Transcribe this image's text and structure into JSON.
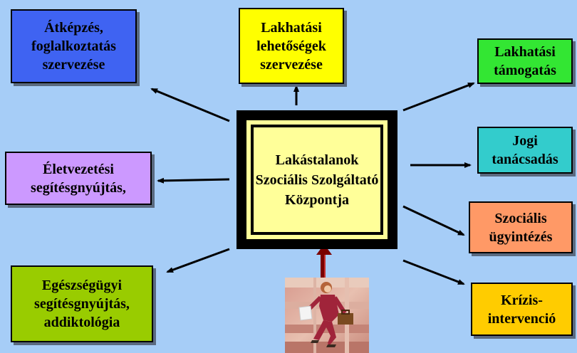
{
  "center": {
    "lines": [
      "Lakástalanok",
      "Szociális",
      "Szolgáltató",
      "Központja"
    ]
  },
  "boxes": {
    "atkepzes": {
      "lines": [
        "Átképzés,",
        "foglalkoztatás",
        "szervezése"
      ],
      "color": "#3f63f2"
    },
    "lakhatasi_lehetosegek": {
      "lines": [
        "Lakhatási",
        "lehetőségek",
        "szervezése"
      ],
      "color": "#ffff00"
    },
    "lakhatasi_tamogatas": {
      "lines": [
        "Lakhatási",
        "támogatás"
      ],
      "color": "#33e633"
    },
    "eletvezetesi": {
      "lines": [
        "Életvezetési",
        "segítésgnyújtás,"
      ],
      "color": "#cc99ff"
    },
    "jogi": {
      "lines": [
        "Jogi",
        "tanácsadás"
      ],
      "color": "#33cccc"
    },
    "szocialis": {
      "lines": [
        "Szociális",
        "ügyintézés"
      ],
      "color": "#ff9966"
    },
    "egeszsegugyi": {
      "lines": [
        "Egészségügyi",
        "segítésgnyújtás,",
        "addiktológia"
      ],
      "color": "#99cc00"
    },
    "krizis": {
      "lines": [
        "Krízis-",
        "intervenció"
      ],
      "color": "#ffcc00"
    }
  }
}
